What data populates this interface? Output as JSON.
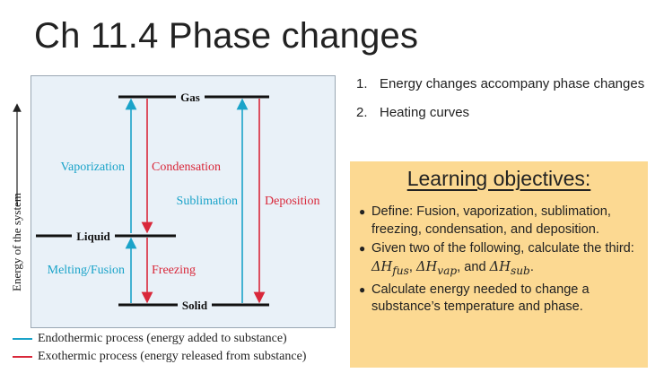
{
  "title": "Ch 11.4 Phase changes",
  "diagram": {
    "ylabel": "Energy of the system",
    "levels": {
      "gas": "Gas",
      "liquid": "Liquid",
      "solid": "Solid"
    },
    "arrows": {
      "vaporization": "Vaporization",
      "condensation": "Condensation",
      "sublimation": "Sublimation",
      "deposition": "Deposition",
      "melting": "Melting/Fusion",
      "freezing": "Freezing"
    },
    "colors": {
      "endothermic": "#1aa3c9",
      "exothermic": "#d9283a"
    }
  },
  "legend": {
    "endothermic": "Endothermic process (energy added to substance)",
    "exothermic": "Exothermic process (energy released from substance)"
  },
  "topics": [
    {
      "num": "1.",
      "text": "Energy changes accompany phase changes"
    },
    {
      "num": "2.",
      "text": "Heating curves"
    }
  ],
  "objectives": {
    "title": "Learning objectives:",
    "item1": "Define: Fusion, vaporization, sublimation, freezing, condensation, and deposition.",
    "item2_text": "Given two of the following, calculate the third: ",
    "item2_h1": "ΔH",
    "item2_s1": "fus",
    "item2_sep1": ", ",
    "item2_h2": "ΔH",
    "item2_s2": "vap",
    "item2_sep2": ", and ",
    "item2_h3": "ΔH",
    "item2_s3": "sub",
    "item2_end": ".",
    "item3": "Calculate energy needed to change a substance’s temperature and phase."
  }
}
